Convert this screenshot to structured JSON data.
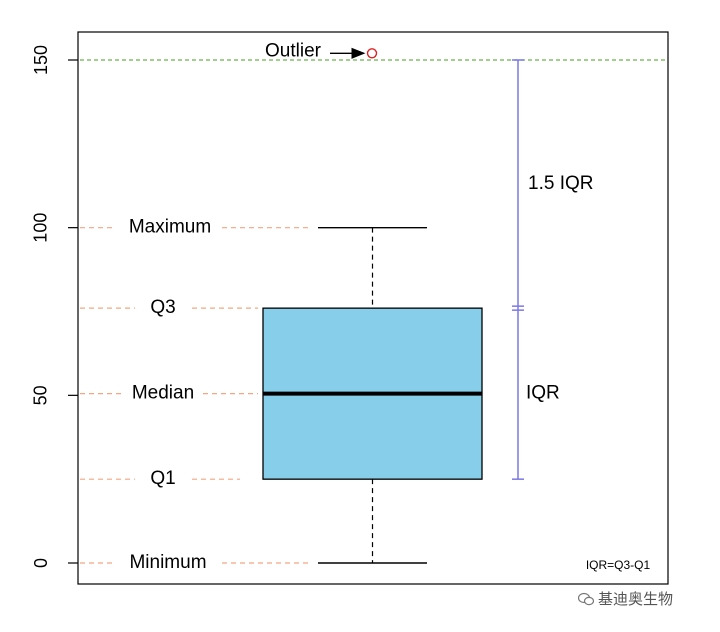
{
  "chart_data": {
    "type": "box",
    "title": "",
    "xlabel": "",
    "ylabel": "",
    "ylim": [
      -5,
      158
    ],
    "yticks": [
      0,
      50,
      100,
      150
    ],
    "ytick_labels": [
      "0",
      "50",
      "100",
      "150"
    ],
    "box": {
      "minimum": 0,
      "q1": 25,
      "median": 50.5,
      "q3": 76,
      "maximum": 100,
      "outliers": [
        152
      ]
    },
    "upper_fence": 150,
    "labels": {
      "maximum": "Maximum",
      "q3": "Q3",
      "median": "Median",
      "q1": "Q1",
      "minimum": "Minimum",
      "outlier": "Outlier",
      "iqr": "IQR",
      "iqr15": "1.5 IQR",
      "formula": "IQR=Q3-Q1"
    },
    "colors": {
      "box_fill": "#87ceeb",
      "reference_lines": "#f4a582",
      "fence_line": "#6ab04c",
      "iqr_bracket": "#7b78e6",
      "outlier": "#e02020"
    },
    "grid": false,
    "legend": "none"
  },
  "watermark": {
    "text": "基迪奥生物",
    "icon": "wechat-icon"
  }
}
